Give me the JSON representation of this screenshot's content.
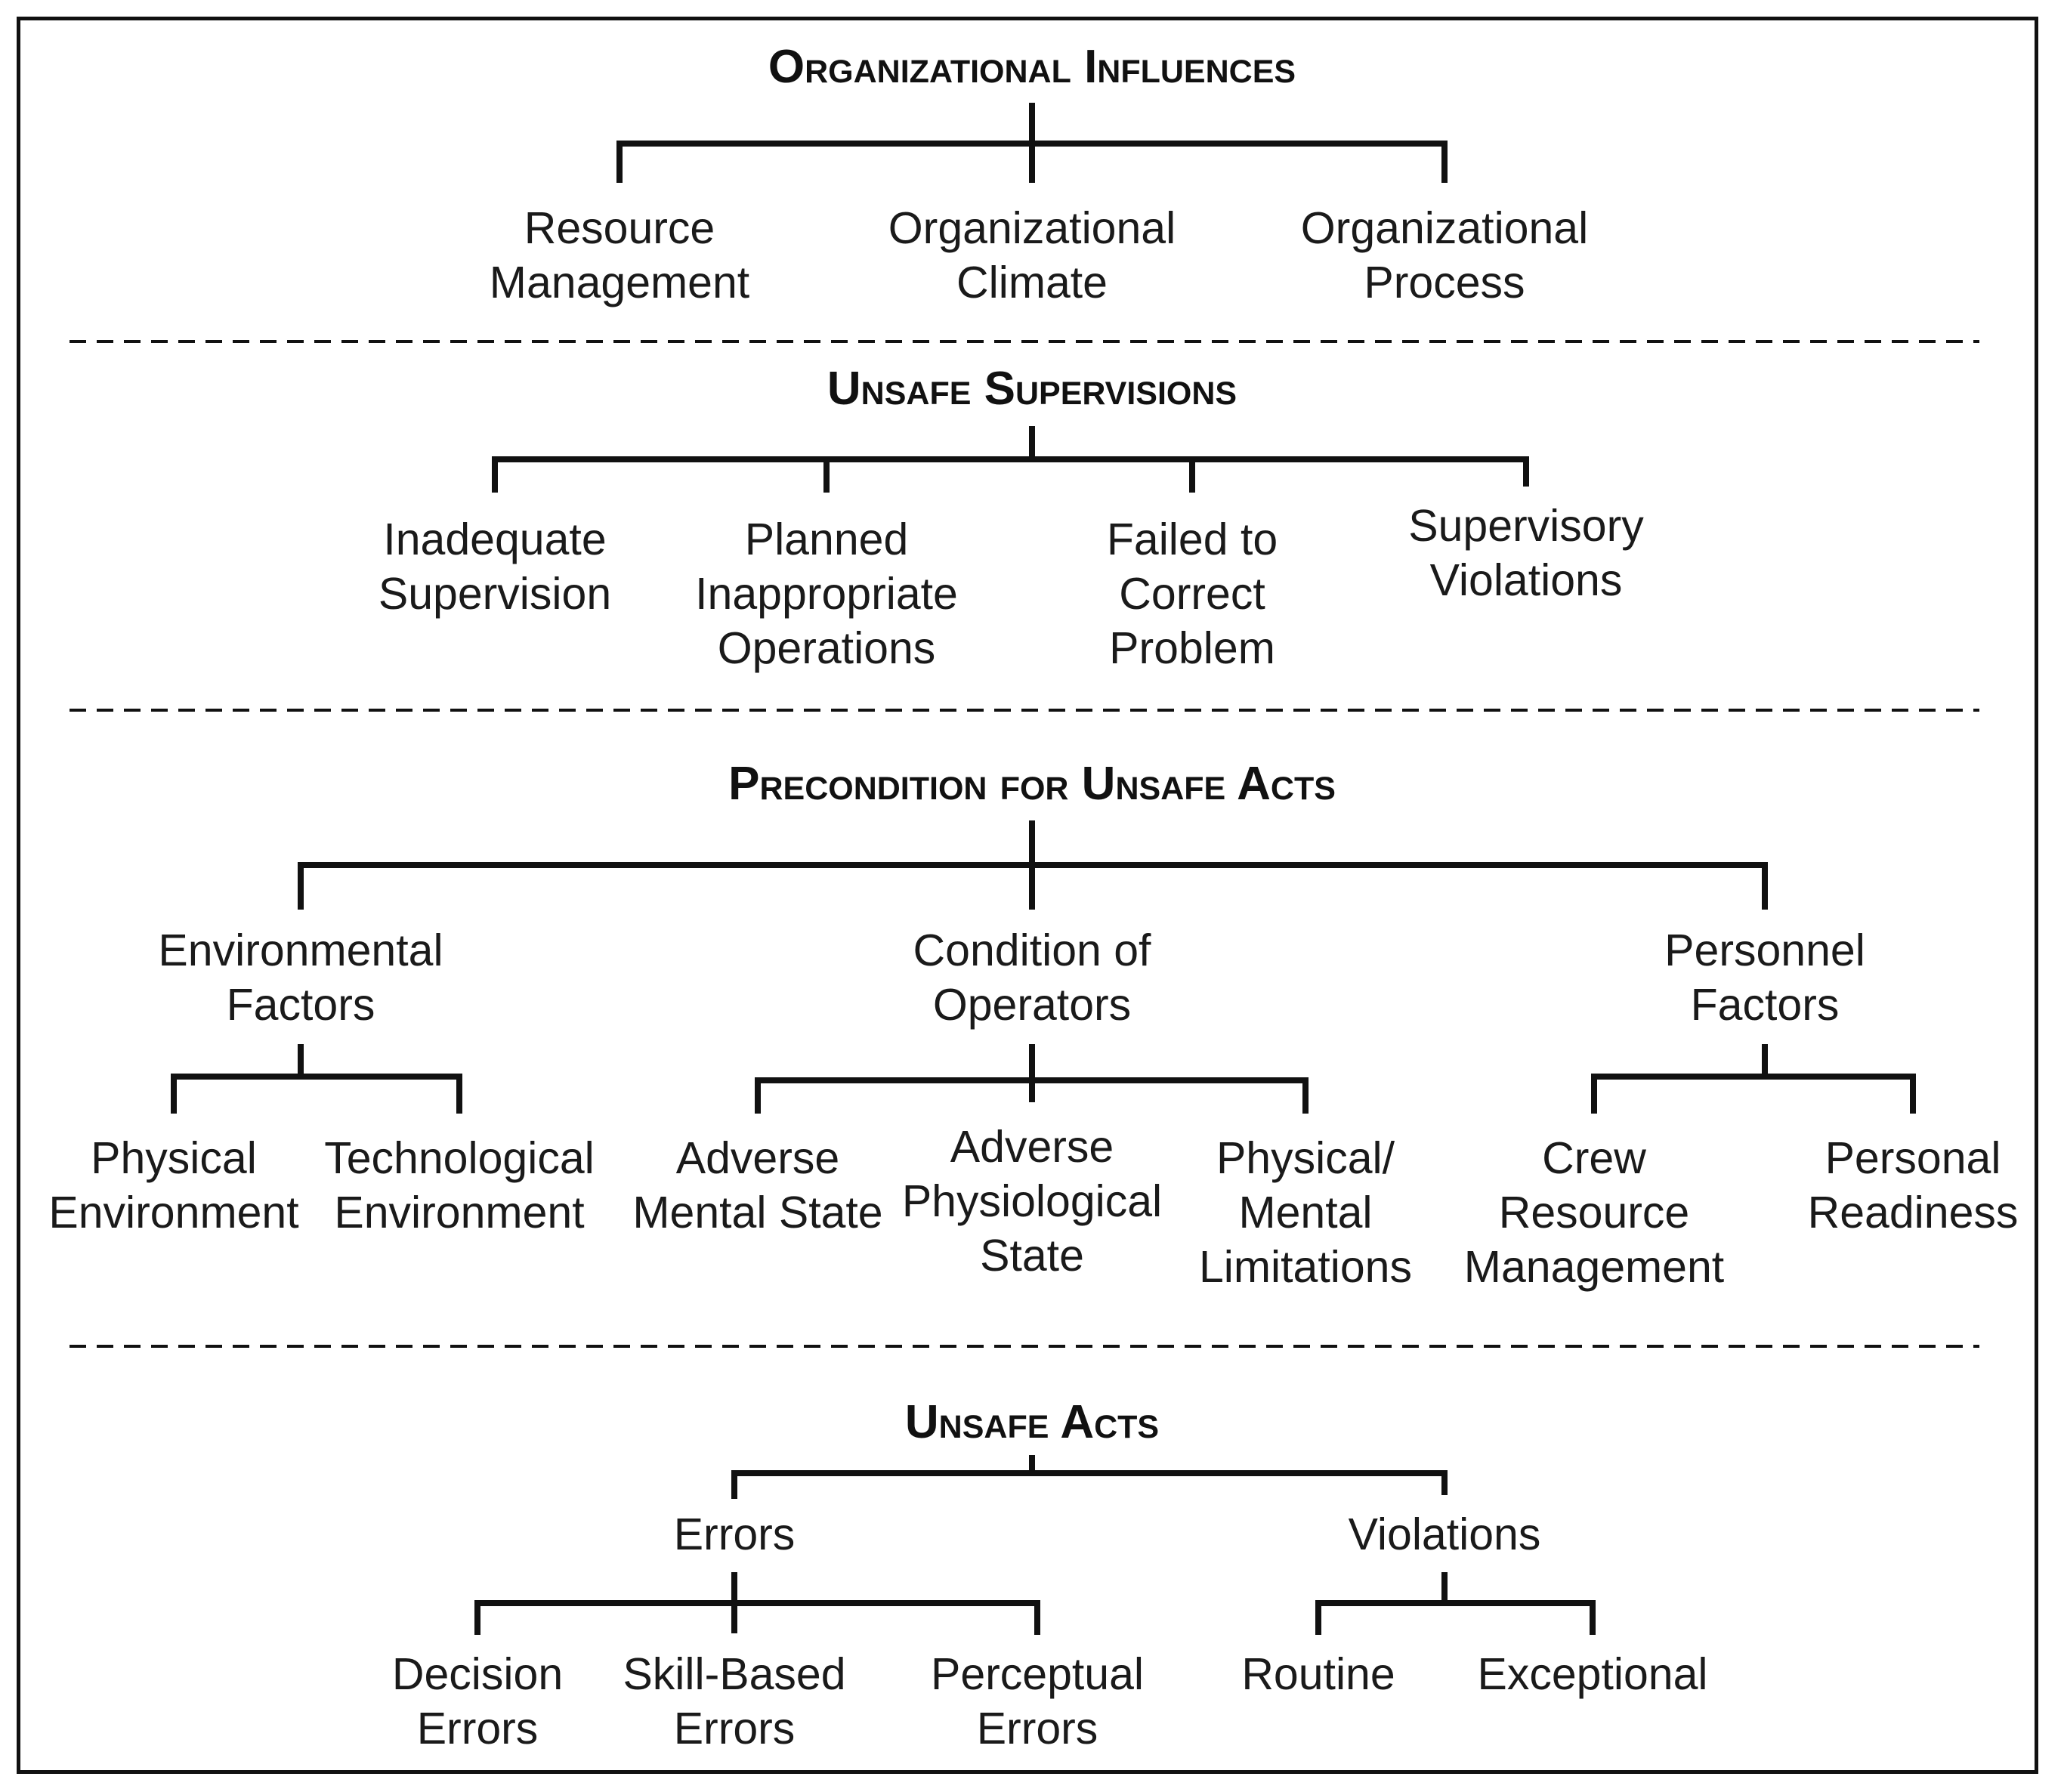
{
  "sections": {
    "org": {
      "title": "Organizational Influences",
      "resource_management": "Resource\nManagement",
      "climate": "Organizational\nClimate",
      "process": "Organizational\nProcess"
    },
    "sup": {
      "title": "Unsafe Supervisions",
      "inadequate": "Inadequate\nSupervision",
      "planned": "Planned\nInappropriate\nOperations",
      "failed": "Failed to\nCorrect\nProblem",
      "violations": "Supervisory\nViolations"
    },
    "pre": {
      "title": "Precondition for Unsafe Acts",
      "environmental": "Environmental\nFactors",
      "condition": "Condition of\nOperators",
      "personnel": "Personnel\nFactors",
      "physical_env": "Physical\nEnvironment",
      "technological_env": "Technological\nEnvironment",
      "adverse_mental": "Adverse\nMental State",
      "adverse_physio": "Adverse\nPhysiological\nState",
      "phys_mental_lim": "Physical/\nMental\nLimitations",
      "crew_rm": "Crew\nResource\nManagement",
      "personal_readiness": "Personal\nReadiness"
    },
    "acts": {
      "title": "Unsafe Acts",
      "errors": "Errors",
      "violations": "Violations",
      "decision": "Decision\nErrors",
      "skill": "Skill-Based\nErrors",
      "perceptual": "Perceptual\nErrors",
      "routine": "Routine",
      "exceptional": "Exceptional"
    }
  },
  "colors": {
    "line": "#111111",
    "text": "#1a1a1a"
  }
}
